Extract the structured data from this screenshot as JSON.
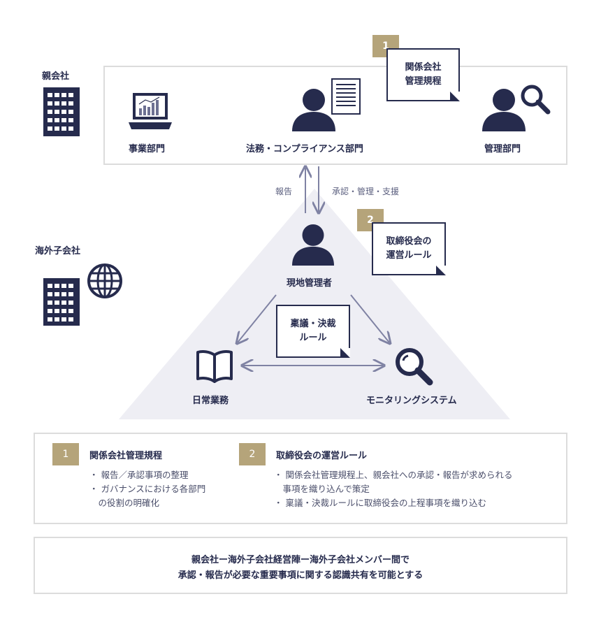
{
  "parent": {
    "label": "親会社",
    "departments": {
      "business": "事業部門",
      "legal": "法務・コンプライアンス部門",
      "management": "管理部門"
    }
  },
  "subsidiary": {
    "label": "海外子会社",
    "local_manager": "現地管理者",
    "daily_ops": "日常業務",
    "monitoring": "モニタリングシステム"
  },
  "arrows": {
    "report": "報告",
    "approval": "承認・管理・支援"
  },
  "docs": {
    "doc1": {
      "badge": "1",
      "line1": "関係会社",
      "line2": "管理規程"
    },
    "doc2": {
      "badge": "2",
      "line1": "取締役会の",
      "line2": "運営ルール"
    },
    "doc3": {
      "line1": "稟議・決裁",
      "line2": "ルール"
    }
  },
  "legend": {
    "item1": {
      "badge": "1",
      "title": "関係会社管理規程",
      "bullets": [
        "・ 報告／承認事項の整理",
        "・ ガバナンスにおける各部門",
        "　の役割の明確化"
      ]
    },
    "item2": {
      "badge": "2",
      "title": "取締役会の運営ルール",
      "bullets": [
        "・ 関係会社管理規程上、親会社への承認・報告が求められる",
        "　事項を織り込んで策定",
        "・ 稟議・決裁ルールに取締役会の上程事項を織り込む"
      ]
    }
  },
  "summary": {
    "line1": "親会社ー海外子会社経営陣ー海外子会社メンバー間で",
    "line2": "承認・報告が必要な重要事項に関する認識共有を可能とする"
  },
  "colors": {
    "navy": "#262b4d",
    "gold": "#b5a47a",
    "arrow": "#8a8ca8",
    "triangle": "#eeeef4",
    "border": "#dcdcdc"
  }
}
